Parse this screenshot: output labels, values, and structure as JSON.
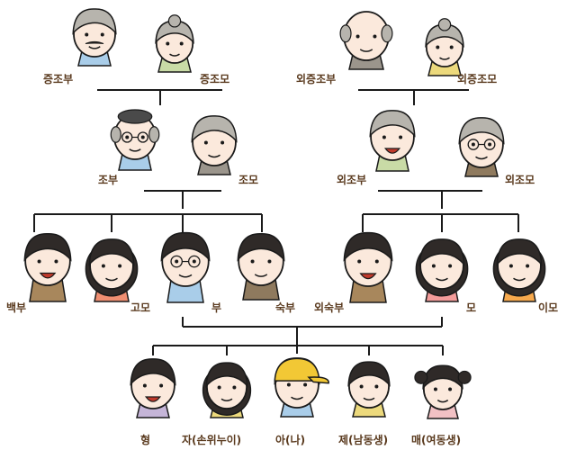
{
  "colors": {
    "line": "#1a1a1a",
    "label": "#5a3a1e",
    "skin": "#fbe9dc",
    "gray_hair": "#b7b4ad",
    "dark_hair": "#2f2a28",
    "hat": "#f2c835",
    "beret": "#4a4a4a",
    "shirt_blue": "#a9cde9",
    "shirt_green": "#c9dba6",
    "shirt_gray": "#9b958c",
    "shirt_brown": "#a8875c",
    "shirt_mocha": "#8f7a5e",
    "shirt_salmon": "#f08f72",
    "shirt_pink": "#f49c9a",
    "shirt_orange": "#f7a94d",
    "shirt_yellow": "#ecd97c",
    "shirt_lavender": "#c5b5d8",
    "shirt_rose": "#f2c1c4"
  },
  "people": {
    "great_grandfather": "증조부",
    "great_grandmother": "증조모",
    "maternal_great_grandfather": "외증조부",
    "maternal_great_grandmother": "외증조모",
    "grandfather": "조부",
    "grandmother": "조모",
    "maternal_grandfather": "외조부",
    "maternal_grandmother": "외조모",
    "eldest_uncle": "백부",
    "paternal_aunt": "고모",
    "father": "부",
    "younger_uncle": "숙부",
    "maternal_uncle": "외숙부",
    "mother": "모",
    "maternal_aunt": "이모",
    "older_brother": "형",
    "self_or_grandchild": "자(손위누이)",
    "me": "아(나)",
    "younger_brother": "제(남동생)",
    "younger_sister": "매(여동생)"
  }
}
